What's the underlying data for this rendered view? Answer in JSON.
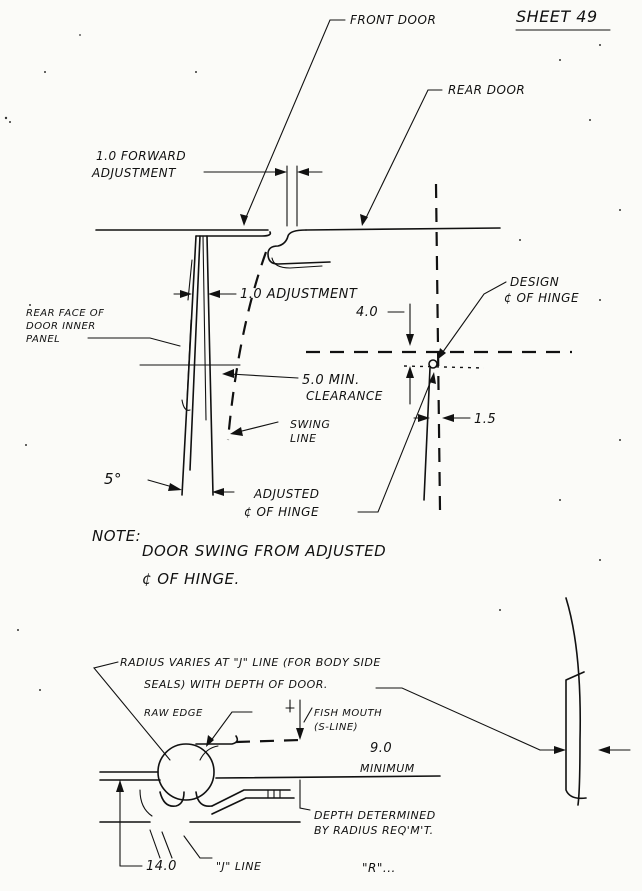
{
  "labels": {
    "sheet": "SHEET 49",
    "front_door": "FRONT DOOR",
    "rear_door": "REAR DOOR",
    "forward_adj_1": "1.0 FORWARD",
    "forward_adj_2": "ADJUSTMENT",
    "adjustment": "1.0 ADJUSTMENT",
    "rear_face_1": "REAR FACE OF",
    "rear_face_2": "DOOR INNER",
    "rear_face_3": "PANEL",
    "design_1": "DESIGN",
    "design_2": "¢ OF HINGE",
    "four": "4.0",
    "min_clear_1": "5.0 MIN.",
    "min_clear_2": "CLEARANCE",
    "swing_1": "SWING",
    "swing_2": "LINE",
    "one_five": "1.5",
    "five_deg": "5°",
    "adjusted_1": "ADJUSTED",
    "adjusted_2": "¢ OF HINGE",
    "note_1": "NOTE:",
    "note_2": "DOOR SWING FROM ADJUSTED",
    "note_3": "¢ OF HINGE.",
    "radius_1": "RADIUS VARIES AT \"J\" LINE (FOR BODY SIDE",
    "radius_2": "SEALS) WITH DEPTH OF DOOR.",
    "raw_edge": "RAW EDGE",
    "fish_1": "FISH MOUTH",
    "fish_2": "(S-LINE)",
    "nine": "9.0",
    "minimum": "MINIMUM",
    "depth_1": "DEPTH DETERMINED",
    "depth_2": "BY RADIUS REQ'M'T.",
    "fourteen": "14.0",
    "j_line": "\"J\" LINE",
    "r_label": "\"R\"..."
  }
}
